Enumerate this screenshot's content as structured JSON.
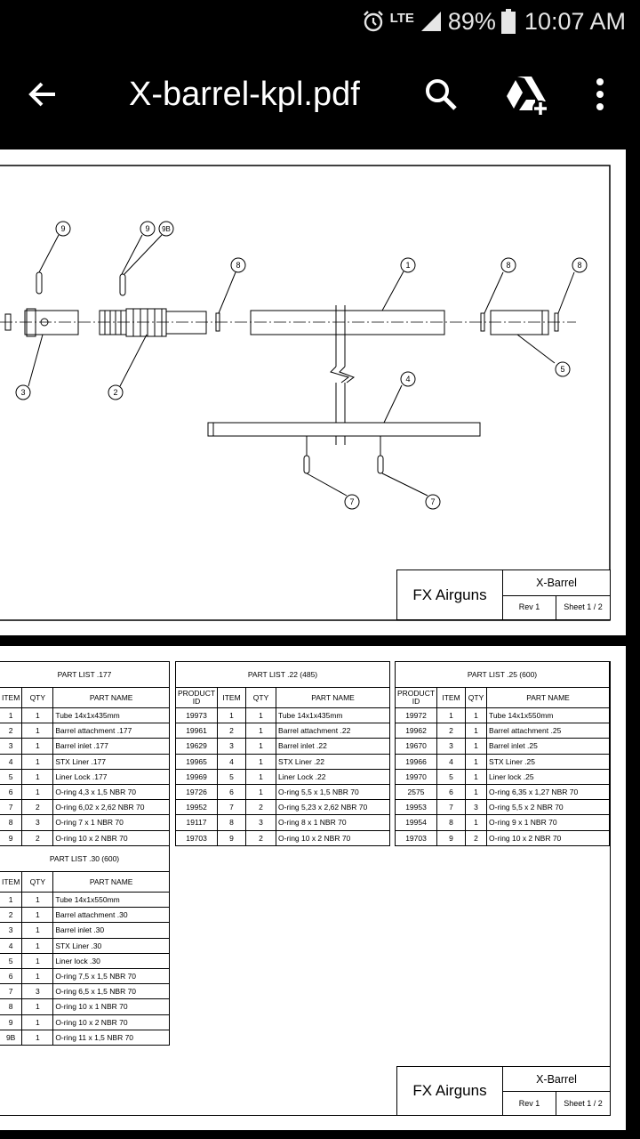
{
  "status_bar": {
    "lte": "LTE",
    "battery": "89%",
    "time": "10:07 AM"
  },
  "app_bar": {
    "title": "X-barrel-kpl.pdf",
    "back_icon": "arrow-back-icon",
    "search_icon": "search-icon",
    "drive_icon": "add-to-drive-icon",
    "more_icon": "more-vert-icon"
  },
  "drawing": {
    "callouts": {
      "c9a": "9",
      "c9b": "9",
      "c9B": "9B",
      "c8a": "8",
      "c1": "1",
      "c8b": "8",
      "c8c": "8",
      "c3": "3",
      "c2": "2",
      "c5": "5",
      "c4": "4",
      "c7a": "7",
      "c7b": "7"
    }
  },
  "title_block": {
    "company": "FX Airguns",
    "title": "X-Barrel",
    "rev": "Rev 1",
    "sheet": "Sheet 1 / 2"
  },
  "headers": {
    "item": "ITEM",
    "qty": "QTY",
    "part_name": "PART NAME",
    "product_id_1": "PRODUCT",
    "product_id_2": "ID"
  },
  "part_lists": {
    "p177": {
      "title": "PART LIST .177",
      "rows": [
        {
          "item": "1",
          "qty": "1",
          "name": "Tube 14x1x435mm"
        },
        {
          "item": "2",
          "qty": "1",
          "name": "Barrel attachment .177"
        },
        {
          "item": "3",
          "qty": "1",
          "name": "Barrel inlet .177"
        },
        {
          "item": "4",
          "qty": "1",
          "name": "STX Liner .177"
        },
        {
          "item": "5",
          "qty": "1",
          "name": "Liner Lock .177"
        },
        {
          "item": "6",
          "qty": "1",
          "name": "O-ring 4,3 x 1,5 NBR 70"
        },
        {
          "item": "7",
          "qty": "2",
          "name": "O-ring 6,02 x 2,62 NBR 70"
        },
        {
          "item": "8",
          "qty": "3",
          "name": "O-ring 7 x 1 NBR 70"
        },
        {
          "item": "9",
          "qty": "2",
          "name": "O-ring 10 x 2 NBR 70"
        }
      ]
    },
    "p22": {
      "title": "PART LIST .22 (485)",
      "rows": [
        {
          "pid": "19973",
          "item": "1",
          "qty": "1",
          "name": "Tube 14x1x435mm"
        },
        {
          "pid": "19961",
          "item": "2",
          "qty": "1",
          "name": "Barrel attachment .22"
        },
        {
          "pid": "19629",
          "item": "3",
          "qty": "1",
          "name": "Barrel inlet .22"
        },
        {
          "pid": "19965",
          "item": "4",
          "qty": "1",
          "name": "STX Liner .22"
        },
        {
          "pid": "19969",
          "item": "5",
          "qty": "1",
          "name": "Liner Lock .22"
        },
        {
          "pid": "19726",
          "item": "6",
          "qty": "1",
          "name": "O-ring 5,5 x 1,5 NBR 70"
        },
        {
          "pid": "19952",
          "item": "7",
          "qty": "2",
          "name": "O-ring 5,23 x 2,62 NBR 70"
        },
        {
          "pid": "19117",
          "item": "8",
          "qty": "3",
          "name": "O-ring 8 x 1 NBR 70"
        },
        {
          "pid": "19703",
          "item": "9",
          "qty": "2",
          "name": "O-ring 10 x 2 NBR 70"
        }
      ]
    },
    "p25": {
      "title": "PART LIST .25 (600)",
      "rows": [
        {
          "pid": "19972",
          "item": "1",
          "qty": "1",
          "name": "Tube 14x1x550mm"
        },
        {
          "pid": "19962",
          "item": "2",
          "qty": "1",
          "name": "Barrel attachment .25"
        },
        {
          "pid": "19670",
          "item": "3",
          "qty": "1",
          "name": "Barrel inlet .25"
        },
        {
          "pid": "19966",
          "item": "4",
          "qty": "1",
          "name": "STX Liner .25"
        },
        {
          "pid": "19970",
          "item": "5",
          "qty": "1",
          "name": "Liner lock .25"
        },
        {
          "pid": "2575",
          "item": "6",
          "qty": "1",
          "name": "O-ring 6,35 x 1,27 NBR 70"
        },
        {
          "pid": "19953",
          "item": "7",
          "qty": "3",
          "name": "O-ring 5,5 x 2 NBR 70"
        },
        {
          "pid": "19954",
          "item": "8",
          "qty": "1",
          "name": "O-ring 9 x 1 NBR 70"
        },
        {
          "pid": "19703",
          "item": "9",
          "qty": "2",
          "name": "O-ring 10 x 2 NBR 70"
        }
      ]
    },
    "p30": {
      "title": "PART LIST .30 (600)",
      "rows": [
        {
          "item": "1",
          "qty": "1",
          "name": "Tube 14x1x550mm"
        },
        {
          "item": "2",
          "qty": "1",
          "name": "Barrel attachment .30"
        },
        {
          "item": "3",
          "qty": "1",
          "name": "Barrel inlet .30"
        },
        {
          "item": "4",
          "qty": "1",
          "name": "STX Liner .30"
        },
        {
          "item": "5",
          "qty": "1",
          "name": "Liner lock .30"
        },
        {
          "item": "6",
          "qty": "1",
          "name": "O-ring 7,5 x 1,5 NBR 70"
        },
        {
          "item": "7",
          "qty": "3",
          "name": "O-ring 6,5 x 1,5 NBR 70"
        },
        {
          "item": "8",
          "qty": "1",
          "name": "O-ring 10 x 1 NBR 70"
        },
        {
          "item": "9",
          "qty": "1",
          "name": "O-ring 10 x 2 NBR 70"
        },
        {
          "item": "9B",
          "qty": "1",
          "name": "O-ring 11 x 1,5 NBR 70"
        }
      ]
    }
  }
}
